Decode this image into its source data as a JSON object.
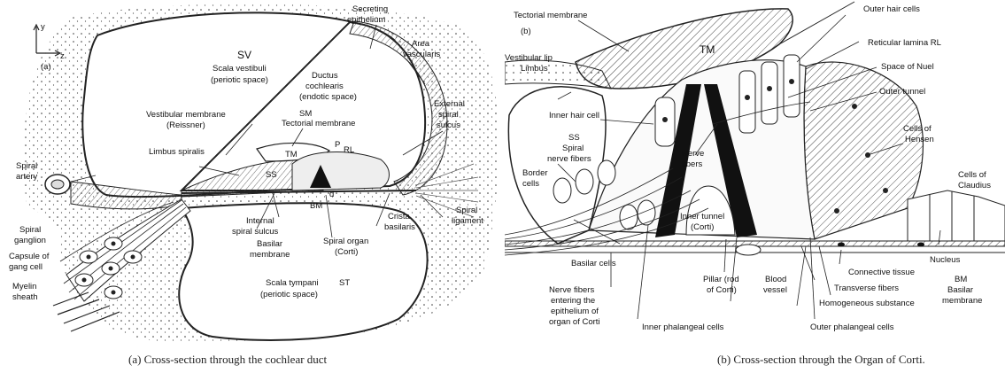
{
  "panel_a": {
    "tag": "(a)",
    "axis": {
      "y": "y",
      "z": "z"
    },
    "labels": {
      "sv": "SV",
      "scala_vestibuli": "Scala vestibuli",
      "periotic_space_1": "(periotic space)",
      "secreting_1": "Secreting",
      "secreting_2": "epithelium",
      "area_1": "Area",
      "area_2": "vascularis",
      "ductus_1": "Ductus",
      "ductus_2": "cochlearis",
      "ductus_3": "(endotic space)",
      "external_1": "External",
      "external_2": "spiral",
      "external_3": "sulcus",
      "vestibular_1": "Vestibular membrane",
      "vestibular_2": "(Reissner)",
      "sm": "SM",
      "tectorial": "Tectorial membrane",
      "limbus": "Limbus spiralis",
      "tm": "TM",
      "p": "P",
      "rl": "RL",
      "ss": "SS",
      "spiral_artery_1": "Spiral",
      "spiral_artery_2": "artery",
      "internal_1": "Internal",
      "internal_2": "spiral sulcus",
      "bm": "BM",
      "d": "d",
      "crista_1": "Crista",
      "crista_2": "basilaris",
      "spiral_lig_1": "Spiral",
      "spiral_lig_2": "ligament",
      "spiral_ganglion_1": "Spiral",
      "spiral_ganglion_2": "ganglion",
      "basilar_1": "Basilar",
      "basilar_2": "membrane",
      "spiral_organ_1": "Spiral organ",
      "spiral_organ_2": "(Corti)",
      "capsule_1": "Capsule of",
      "capsule_2": "gang cell",
      "myelin_1": "Myelin",
      "myelin_2": "sheath",
      "scala_tympani": "Scala tympani",
      "st": "ST",
      "periotic_space_2": "(periotic space)"
    }
  },
  "panel_b": {
    "tag": "(b)",
    "labels": {
      "tectorial": "Tectorial membrane",
      "tm": "TM",
      "outer_hair": "Outer hair cells",
      "reticular": "Reticular lamina RL",
      "vestibular_lip": "Vestibular lip",
      "limbus": "Limbus",
      "space_nuel": "Space of Nuel",
      "outer_tunnel": "Outer tunnel",
      "inner_hair": "Inner hair cell",
      "ss": "SS",
      "spiral_nf": "Spiral",
      "spiral_nf_2": "nerve fibers",
      "nerve_fibers_1": "Nerve",
      "nerve_fibers_2": "fibers",
      "hensen_1": "Cells of",
      "hensen_2": "Hensen",
      "border_1": "Border",
      "border_2": "cells",
      "inner_tunnel_1": "Inner tunnel",
      "inner_tunnel_2": "(Corti)",
      "claudius_1": "Cells of",
      "claudius_2": "Claudius",
      "nucleus": "Nucleus",
      "basilar_cells": "Basilar cells",
      "connective": "Connective tissue",
      "bm_1": "BM",
      "bm_2": "Basilar",
      "bm_3": "membrane",
      "pillar_1": "Pillar (rod",
      "pillar_2": "of Corti)",
      "blood_1": "Blood",
      "blood_2": "vessel",
      "transverse": "Transverse fibers",
      "homogeneous": "Homogeneous substance",
      "nf_entering_1": "Nerve fibers",
      "nf_entering_2": "entering the",
      "nf_entering_3": "epithelium of",
      "nf_entering_4": "organ of Corti",
      "inner_phal": "Inner phalangeal cells",
      "outer_phal": "Outer phalangeal cells"
    }
  },
  "captions": {
    "a": "(a)  Cross-section through the cochlear duct",
    "b": "(b)  Cross-section through the Organ of Corti."
  }
}
